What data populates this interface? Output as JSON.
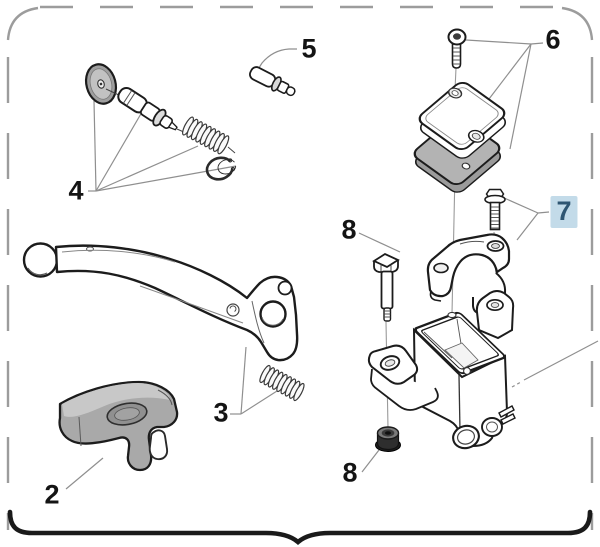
{
  "diagram": {
    "type": "exploded-parts-diagram",
    "callouts": [
      {
        "id": "callout-4",
        "label": "4",
        "highlighted": false
      },
      {
        "id": "callout-5",
        "label": "5",
        "highlighted": false
      },
      {
        "id": "callout-6",
        "label": "6",
        "highlighted": false
      },
      {
        "id": "callout-7",
        "label": "7",
        "highlighted": true
      },
      {
        "id": "callout-8-top",
        "label": "8",
        "highlighted": false
      },
      {
        "id": "callout-3",
        "label": "3",
        "highlighted": false
      },
      {
        "id": "callout-2",
        "label": "2",
        "highlighted": false
      },
      {
        "id": "callout-8-bottom",
        "label": "8",
        "highlighted": false
      }
    ],
    "colors": {
      "outline": "#1c1c1c",
      "leader": "#8f8f8f",
      "shade": "#b3b3b3",
      "shade_dark": "#2b2b2b",
      "label_text": "#141414",
      "border_dash": "#9c9c9c",
      "bracket": "#1a1a1a",
      "highlight_bg": "#c3dbe9",
      "highlight_text": "#2f5672"
    }
  }
}
